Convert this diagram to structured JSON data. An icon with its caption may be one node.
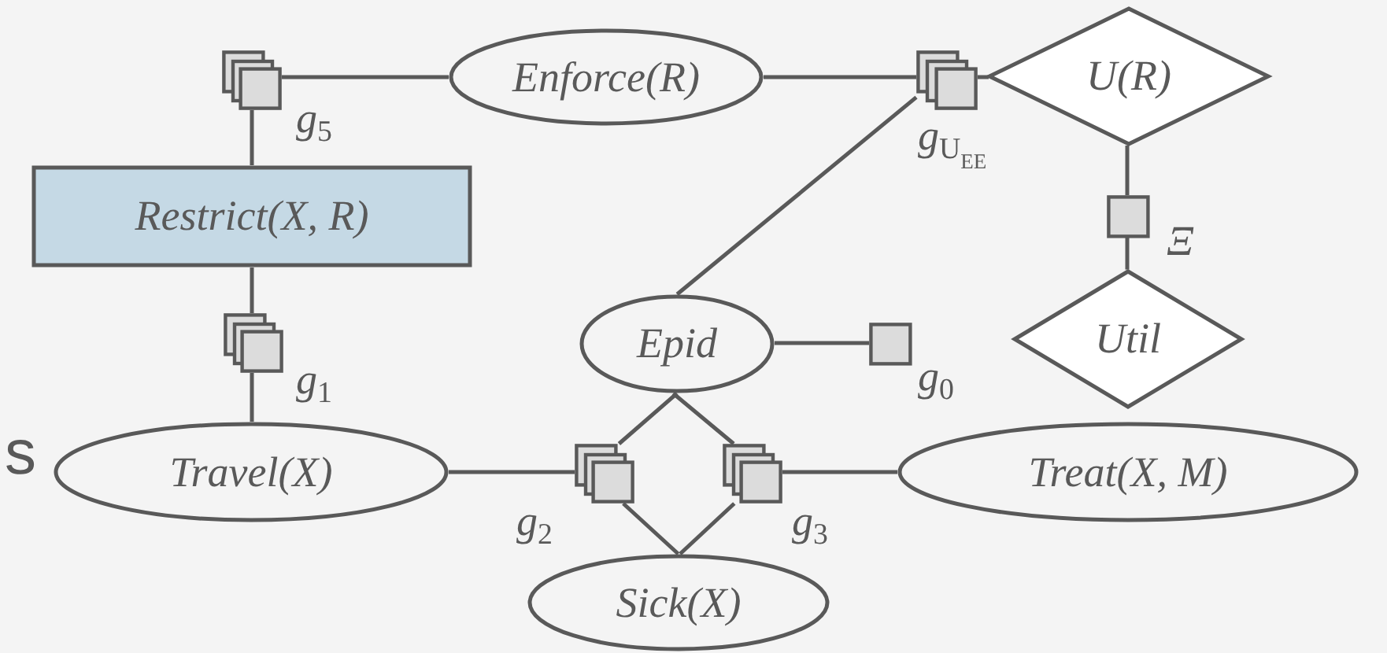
{
  "diagram": {
    "nodes": [
      {
        "text": [],
        "shape": "box",
        "beside": [
          "g$_{5}$"
        ]
      },
      {
        "text": [
          "Enforce(R)"
        ]
      },
      {
        "text": [],
        "shape": "box",
        "beside": [
          "g$_{U}$$_{EE}$"
        ]
      },
      {
        "text": [
          "U(R)"
        ]
      },
      {
        "text": [
          "Restrict(X, R)"
        ]
      },
      {
        "text": [],
        "shape": "box",
        "beside": [
          "Ξ"
        ]
      },
      {
        "text": [
          "Epid"
        ]
      },
      {
        "text": [],
        "shape": "box",
        "beside": [
          "g$_{0}$"
        ]
      },
      {
        "text": [
          "Util"
        ]
      },
      {
        "text": [],
        "shape": "box",
        "beside": [
          "g$_{1}$"
        ]
      },
      {
        "text": [
          "Travel(X)"
        ]
      },
      {
        "text": [],
        "shape": "box",
        "beside": [
          "g$_{2}$"
        ]
      },
      {
        "text": [],
        "shape": "box",
        "beside": [
          "g$_{3}$"
        ]
      },
      {
        "text": [
          "Treat(X, M)"
        ]
      },
      {
        "text": [
          "Sick(X)"
        ]
      }
    ],
    "edges": [
      {
        "from": 0,
        "to": 1,
        "arrow": "none"
      },
      {
        "from": 0,
        "to": 4,
        "arrow": "none"
      },
      {
        "from": 4,
        "to": 9,
        "arrow": "none"
      },
      {
        "from": 9,
        "to": 10,
        "arrow": "none"
      },
      {
        "from": 10,
        "to": 11,
        "arrow": "none"
      },
      {
        "from": 11,
        "to": 6,
        "arrow": "none"
      },
      {
        "from": 11,
        "to": 14,
        "arrow": "none"
      },
      {
        "from": 12,
        "to": 6,
        "arrow": "none"
      },
      {
        "from": 12,
        "to": 14,
        "arrow": "none"
      },
      {
        "from": 12,
        "to": 13,
        "arrow": "none"
      },
      {
        "from": 6,
        "to": 7,
        "arrow": "none"
      },
      {
        "from": 1,
        "to": 2,
        "arrow": "none"
      },
      {
        "from": 6,
        "to": 2,
        "arrow": "none"
      },
      {
        "from": 2,
        "to": 3,
        "arrow": "none"
      },
      {
        "from": 3,
        "to": 5,
        "arrow": "none"
      },
      {
        "from": 5,
        "to": 8,
        "arrow": "none"
      }
    ],
    "labels": [
      "s"
    ]
  }
}
